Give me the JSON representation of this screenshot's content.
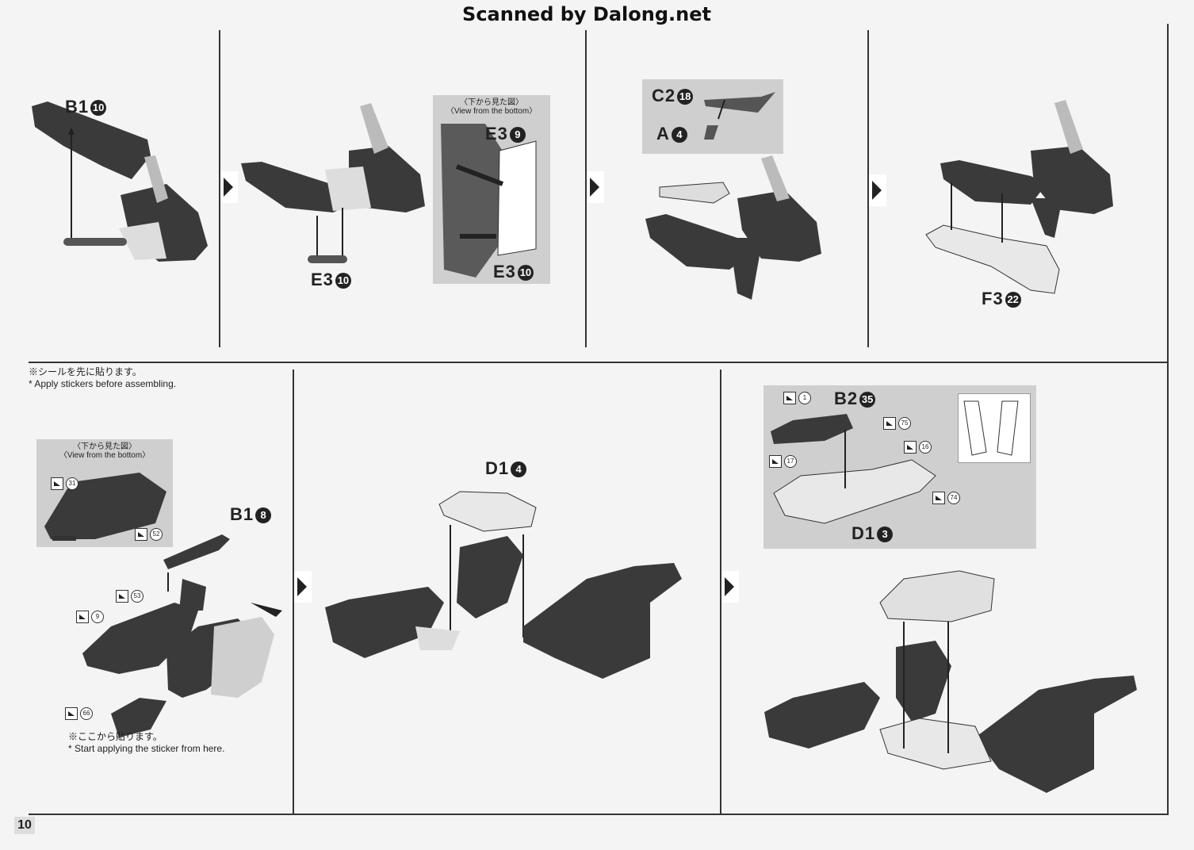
{
  "watermark": "Scanned by Dalong.net",
  "page_number": "10",
  "top_row": {
    "step1": {
      "part": "B1",
      "num": "10"
    },
    "step2": {
      "part": "E3",
      "num": "10"
    },
    "inset": {
      "title_jp": "〈下から見た図〉",
      "title_en": "〈View from the bottom〉",
      "label_a": {
        "part": "E3",
        "num": "9"
      },
      "label_b": {
        "part": "E3",
        "num": "10"
      }
    },
    "step3": {
      "label_c": {
        "part": "C2",
        "num": "18"
      },
      "label_a": {
        "part": "A",
        "num": "4"
      }
    },
    "step4": {
      "part": "F3",
      "num": "22"
    }
  },
  "bottom_row": {
    "note_jp": "※シールを先に貼ります。",
    "note_en": "* Apply stickers before assembling.",
    "inset": {
      "title_jp": "〈下から見た図〉",
      "title_en": "〈View from the bottom〉",
      "sticker_a": "31",
      "sticker_b": "52"
    },
    "step1": {
      "part": "B1",
      "num": "8",
      "sticker_a": "53",
      "sticker_b": "9",
      "sticker_c": "66"
    },
    "note2_jp": "※ここから貼ります。",
    "note2_en": "* Start applying the sticker from here.",
    "step2": {
      "part": "D1",
      "num": "4"
    },
    "step3": {
      "part_top": "B2",
      "num_top": "35",
      "part_bottom": "D1",
      "num_bottom": "3",
      "sticker_1": "1",
      "sticker_75": "75",
      "sticker_16": "16",
      "sticker_17": "17",
      "sticker_74": "74"
    }
  },
  "colors": {
    "ink": "#2a2a2a",
    "part_dark": "#3a3a3a",
    "part_light": "#e6e6e6",
    "inset_bg": "#cfcfcf"
  }
}
